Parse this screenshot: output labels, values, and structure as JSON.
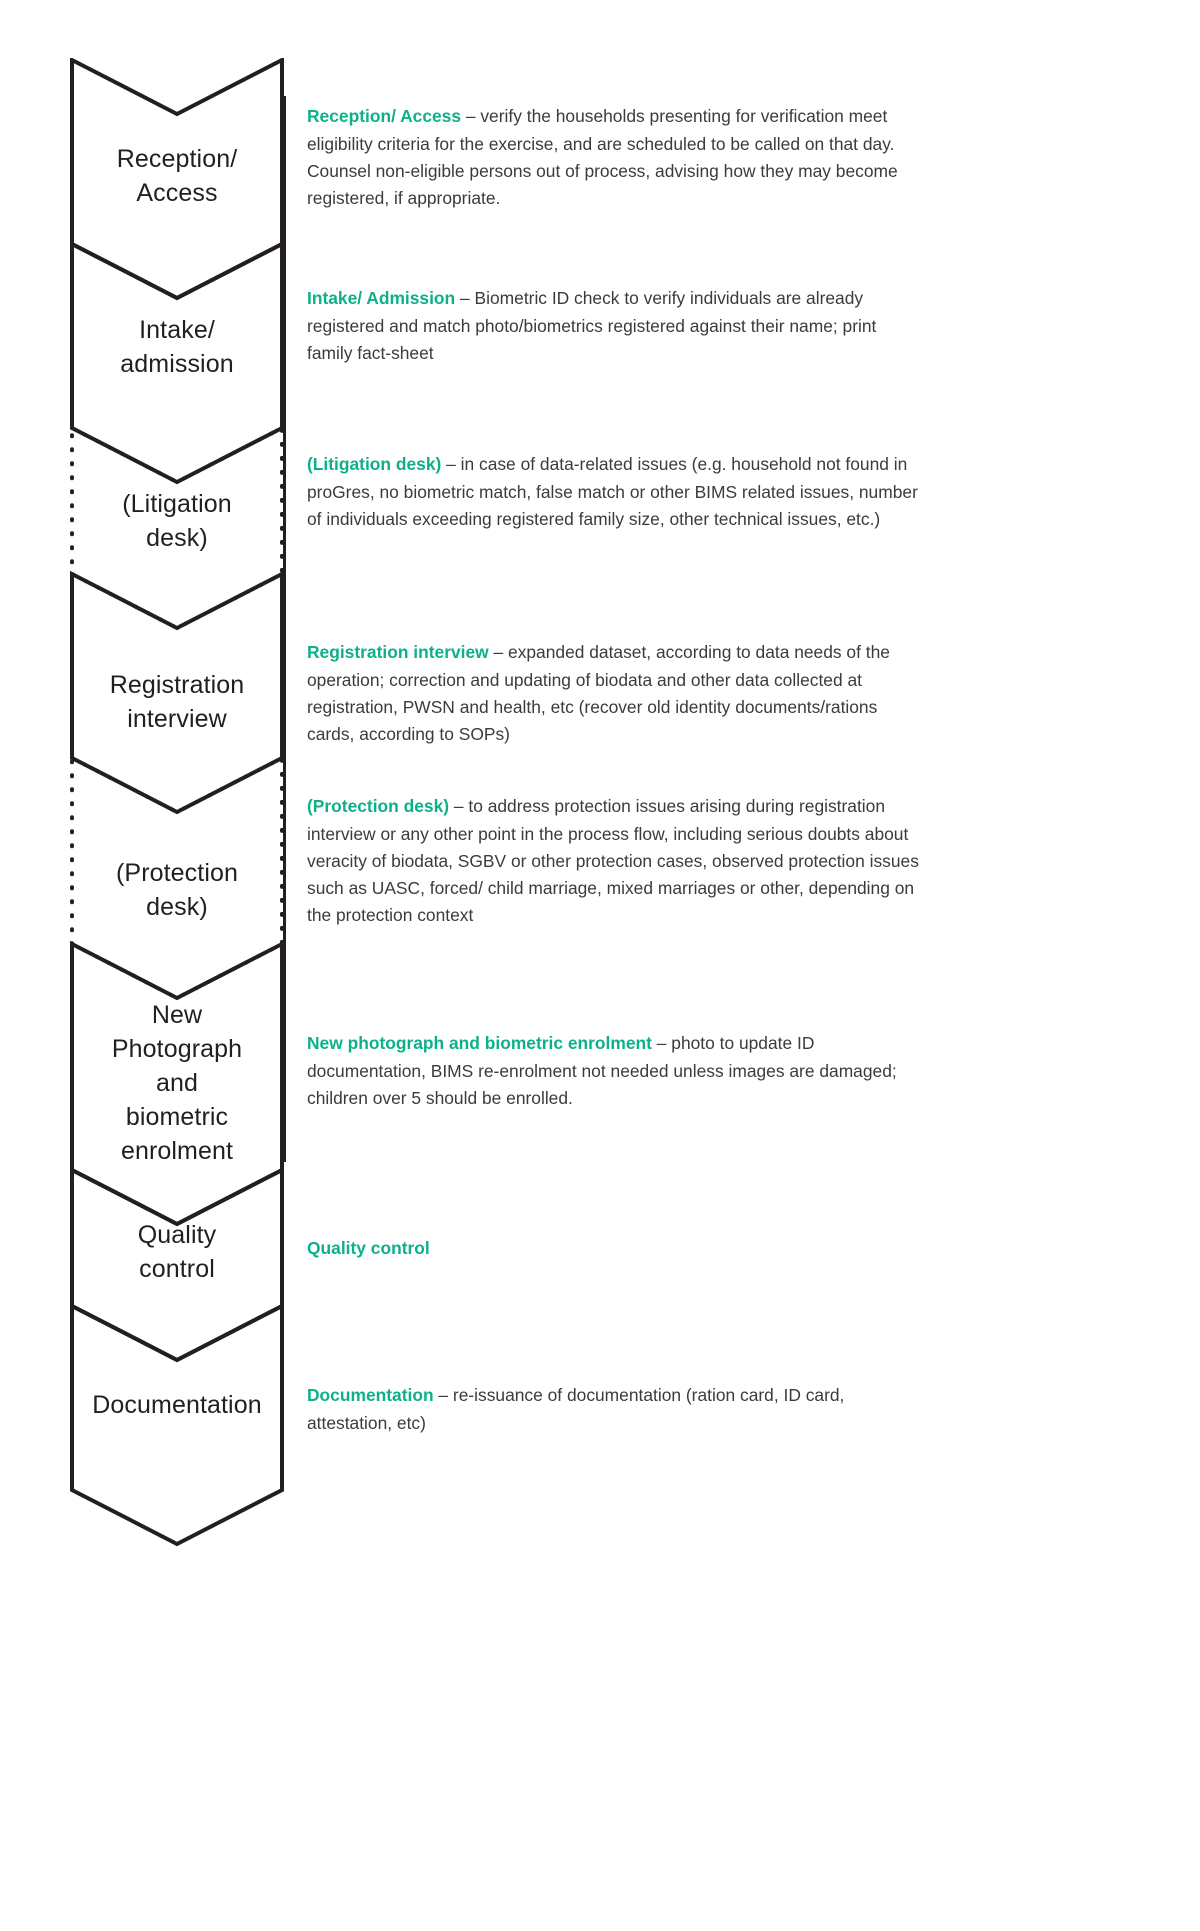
{
  "meta": {
    "title": "Registration / Verification Process Flow",
    "accent_color": "#0db189",
    "line_color": "#231f20",
    "body_text_color": "#3b3b3b",
    "background": "#ffffff"
  },
  "chart_data": {
    "type": "diagram",
    "diagram_type": "vertical-chevron-process-flow",
    "step_count": 8,
    "steps": [
      {
        "id": "reception-access",
        "label": "Reception/\nAccess",
        "border_style": "solid",
        "optional": false
      },
      {
        "id": "intake-admission",
        "label": "Intake/\nadmission",
        "border_style": "solid",
        "optional": false
      },
      {
        "id": "litigation-desk",
        "label": "(Litigation\ndesk)",
        "border_style": "dotted",
        "optional": true
      },
      {
        "id": "registration-interview",
        "label": "Registration\ninterview",
        "border_style": "solid",
        "optional": false
      },
      {
        "id": "protection-desk",
        "label": "(Protection\ndesk)",
        "border_style": "dotted",
        "optional": true
      },
      {
        "id": "new-photo-biometric",
        "label": "New\nPhotograph\nand\nbiometric\nenrolment",
        "border_style": "solid",
        "optional": false
      },
      {
        "id": "quality-control",
        "label": "Quality\ncontrol",
        "border_style": "solid",
        "optional": false
      },
      {
        "id": "documentation",
        "label": "Documentation",
        "border_style": "solid",
        "optional": false
      }
    ]
  },
  "shapes": {
    "reception_access": {
      "line1": "Reception/",
      "line2": "Access"
    },
    "intake_admission": {
      "line1": "Intake/",
      "line2": "admission"
    },
    "litigation_desk": {
      "line1": "(Litigation",
      "line2": "desk)"
    },
    "registration_interview": {
      "line1": "Registration",
      "line2": "interview"
    },
    "protection_desk": {
      "line1": "(Protection",
      "line2": "desk)"
    },
    "new_photograph": {
      "line1": "New",
      "line2": "Photograph",
      "line3": "and",
      "line4": "biometric",
      "line5": "enrolment"
    },
    "quality_control": {
      "line1": "Quality",
      "line2": "control"
    },
    "documentation": {
      "line1": "Documentation"
    }
  },
  "descriptions": {
    "reception_access": {
      "heading": "Reception/ Access",
      "body": " – verify the households presenting for verification meet eligibility criteria for the exercise, and are scheduled to be called on that day. Counsel non-eligible persons out of process, advising how they may become registered, if appropriate."
    },
    "intake_admission": {
      "heading": "Intake/ Admission",
      "body": " – Biometric ID check to verify individuals are already registered and match photo/biometrics registered against their name; print family fact-sheet"
    },
    "litigation_desk": {
      "heading": "(Litigation desk)",
      "body": " – in case of data-related issues (e.g. household not found in proGres, no biometric match, false match or other BIMS related issues, number of individuals exceeding registered family size, other technical issues, etc.)"
    },
    "registration_interview": {
      "heading": "Registration interview",
      "body": "  – expanded dataset, according to data needs of the operation; correction and updating of biodata and other data collected at registration, PWSN and health, etc (recover old identity documents/rations cards, according to SOPs)"
    },
    "protection_desk": {
      "heading": "(Protection desk)",
      "body": " – to address protection issues arising during registration interview or any other point in the process flow, including serious doubts about veracity of biodata, SGBV or other protection cases, observed protection issues such as UASC, forced/ child marriage, mixed marriages or other, depending on the protection context"
    },
    "new_photograph": {
      "heading": "New photograph and biometric enrolment",
      "body": " – photo to update ID documentation, BIMS re-enrolment not needed unless images are damaged; children over 5 should be enrolled."
    },
    "quality_control": {
      "heading": "Quality control",
      "body": ""
    },
    "documentation": {
      "heading": "Documentation",
      "body": " – re-issuance of documentation (ration card, ID card, attestation, etc)"
    }
  }
}
